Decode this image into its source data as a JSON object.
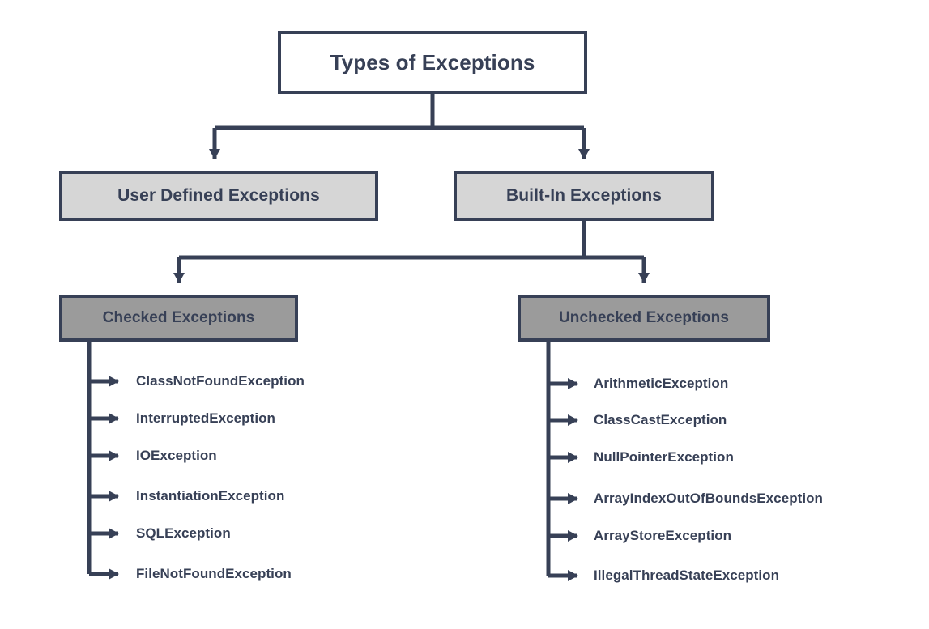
{
  "diagram": {
    "title": "Types of Exceptions",
    "type": "tree",
    "colors": {
      "stroke": "#374056",
      "text": "#374056",
      "root_fill": "#ffffff",
      "level1_fill": "#d6d6d6",
      "level2_fill": "#9b9b9b",
      "background": "#ffffff"
    },
    "root": {
      "label": "Types of Exceptions"
    },
    "level1": [
      {
        "label": "User Defined Exceptions"
      },
      {
        "label": "Built-In Exceptions"
      }
    ],
    "level2": [
      {
        "label": "Checked Exceptions"
      },
      {
        "label": "Unchecked Exceptions"
      }
    ],
    "checked_leaves": [
      {
        "label": "ClassNotFoundException"
      },
      {
        "label": "InterruptedException"
      },
      {
        "label": "IOException"
      },
      {
        "label": "InstantiationException"
      },
      {
        "label": "SQLException"
      },
      {
        "label": "FileNotFoundException"
      }
    ],
    "unchecked_leaves": [
      {
        "label": "ArithmeticException"
      },
      {
        "label": "ClassCastException"
      },
      {
        "label": "NullPointerException"
      },
      {
        "label": "ArrayIndexOutOfBoundsException"
      },
      {
        "label": "ArrayStoreException"
      },
      {
        "label": "IllegalThreadStateException"
      }
    ]
  }
}
